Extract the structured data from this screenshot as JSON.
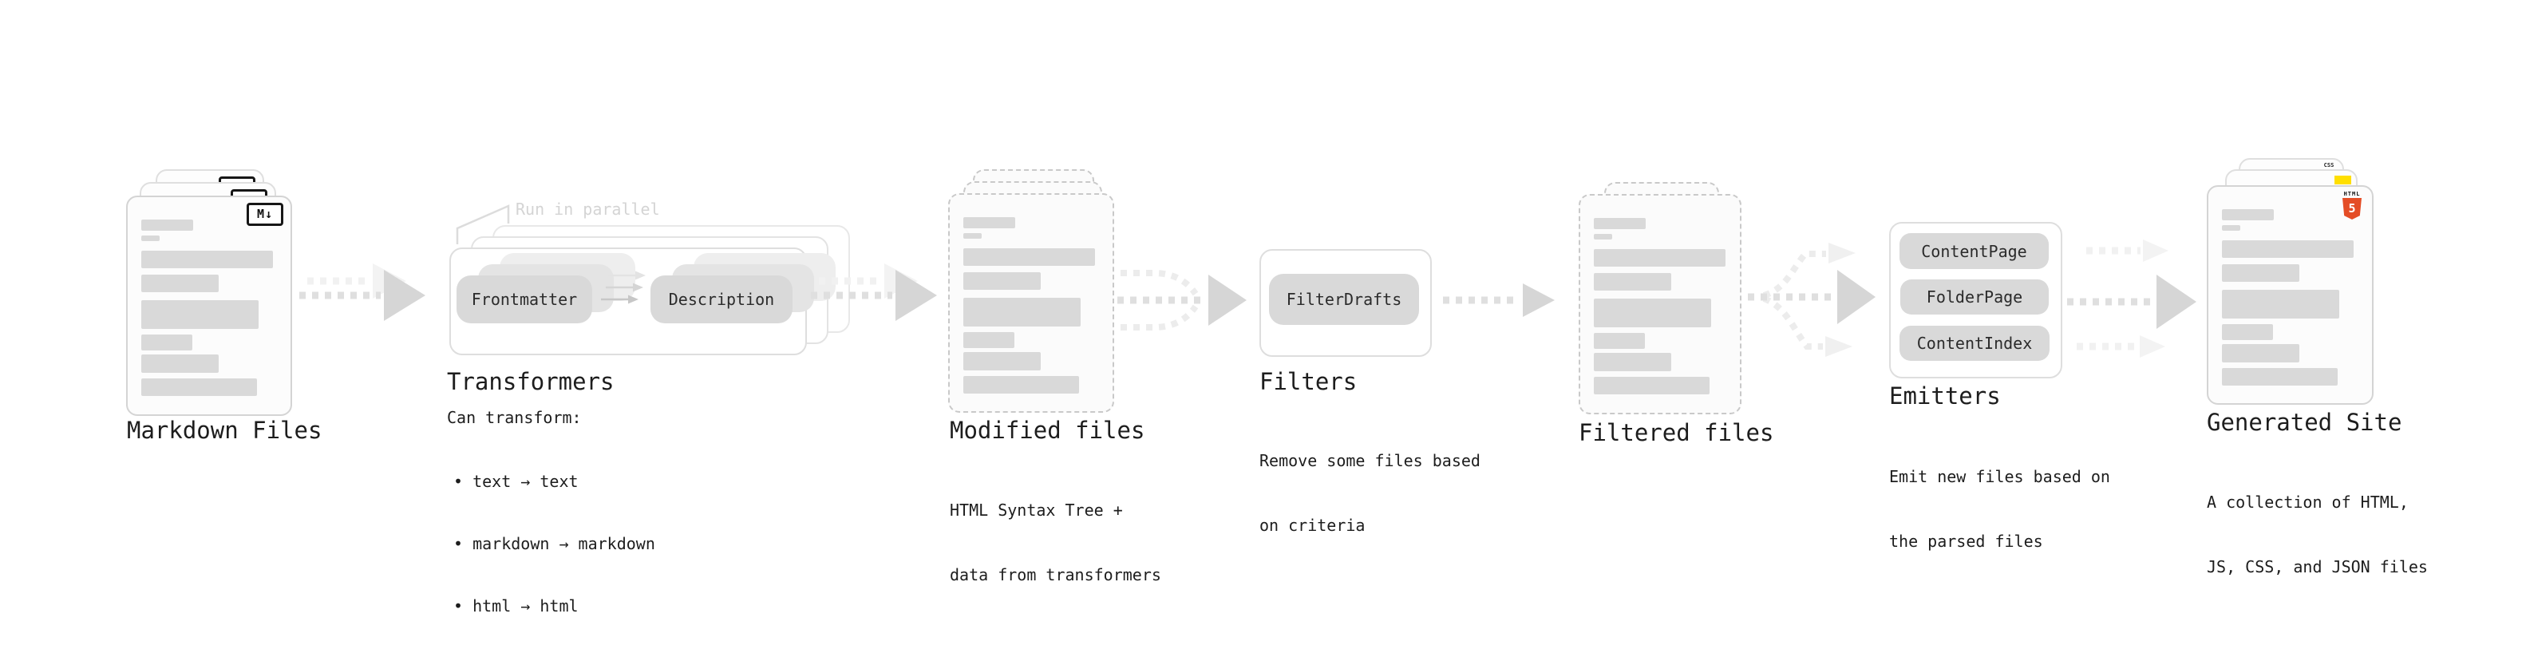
{
  "stages": {
    "markdown": {
      "title": "Markdown Files",
      "badge": "M↓"
    },
    "transformers": {
      "title": "Transformers",
      "annotation": "Run in parallel",
      "pill_left": "Frontmatter",
      "pill_right": "Description",
      "note": "Can transform:",
      "bullets": [
        "• text → text",
        "• markdown → markdown",
        "• html → html"
      ]
    },
    "modified": {
      "title": "Modified files",
      "desc_lines": [
        "HTML Syntax Tree +",
        "data from transformers"
      ]
    },
    "filters": {
      "title": "Filters",
      "pill": "FilterDrafts",
      "desc_lines": [
        "Remove some files based",
        "on criteria"
      ]
    },
    "filtered": {
      "title": "Filtered files"
    },
    "emitters": {
      "title": "Emitters",
      "pills": [
        "ContentPage",
        "FolderPage",
        "ContentIndex"
      ],
      "desc_lines": [
        "Emit new files based on",
        "the parsed files"
      ]
    },
    "generated": {
      "title": "Generated Site",
      "desc_lines": [
        "A collection of HTML,",
        "JS, CSS, and JSON files"
      ],
      "badges": {
        "css": "CSS",
        "html": "HTML",
        "html_number": "5"
      }
    }
  },
  "icons": {
    "markdown_badge": "boxed M with down arrow",
    "html5_badge": "HTML5 shield",
    "js_badge": "yellow JS square",
    "css_badge": "CSS with blue underline",
    "flow_arrow": "dashed right arrow",
    "fan_in_arrow": "three dashed lines converging to one arrow",
    "fan_out_arrow": "one dashed line diverging to three arrows"
  },
  "colors": {
    "html5_orange": "#e44d26",
    "js_yellow": "#ffdf00",
    "css_blue": "#2965f1",
    "placeholder_gray": "#d9d9d9",
    "text_dark": "#1d1d1d",
    "annotation_gray": "#d4d4d4"
  }
}
